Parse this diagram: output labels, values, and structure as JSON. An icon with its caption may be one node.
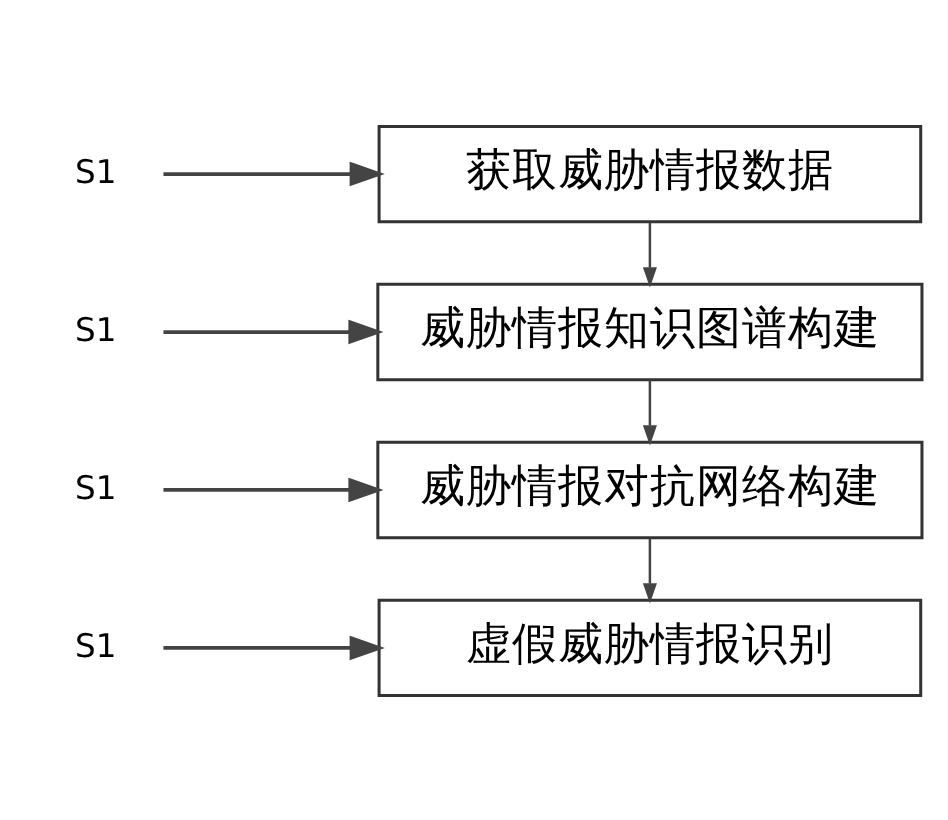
{
  "diagram": {
    "nodes": [
      {
        "text": [
          "S1"
        ]
      },
      {
        "text": [
          "获取威胁情报数据"
        ]
      },
      {
        "text": [
          "S1"
        ]
      },
      {
        "text": [
          "威胁情报知识图谱构建"
        ]
      },
      {
        "text": [
          "S1"
        ]
      },
      {
        "text": [
          "威胁情报对抗网络构建"
        ]
      },
      {
        "text": [
          "S1"
        ]
      },
      {
        "text": [
          "虚假威胁情报识别"
        ]
      }
    ],
    "edges": [
      {
        "from": 0,
        "to": 1,
        "arrow": "to"
      },
      {
        "from": 1,
        "to": 3,
        "arrow": "to"
      },
      {
        "from": 2,
        "to": 3,
        "arrow": "to"
      },
      {
        "from": 3,
        "to": 5,
        "arrow": "to"
      },
      {
        "from": 4,
        "to": 5,
        "arrow": "to"
      },
      {
        "from": 5,
        "to": 7,
        "arrow": "to"
      },
      {
        "from": 6,
        "to": 7,
        "arrow": "to"
      }
    ]
  }
}
